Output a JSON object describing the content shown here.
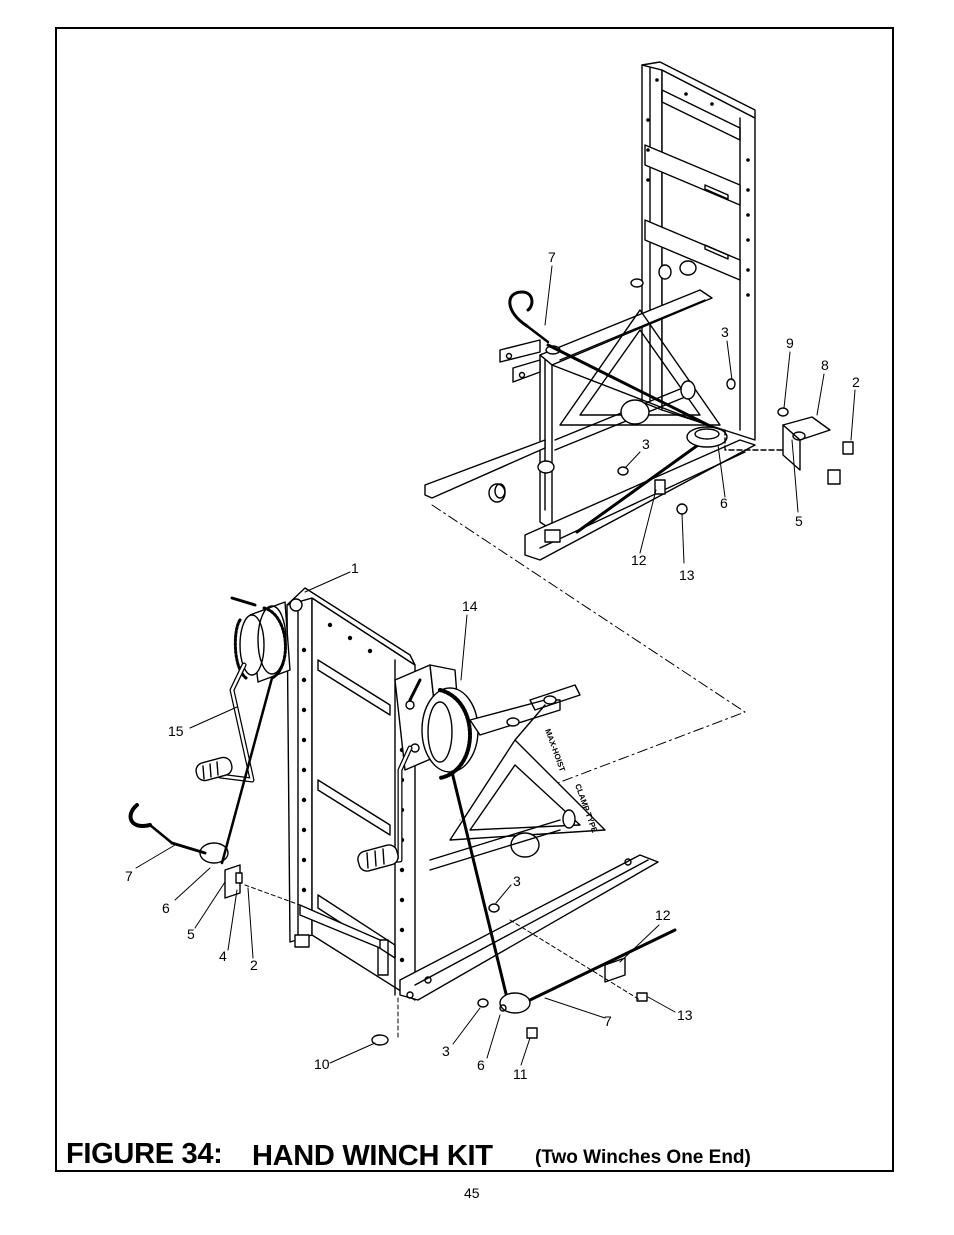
{
  "figure": {
    "number": "FIGURE 34:",
    "title": "HAND WINCH KIT",
    "subtitle": "(Two Winches One End)"
  },
  "page_number": "45",
  "callouts": {
    "upper": [
      "7",
      "3",
      "9",
      "8",
      "2",
      "3",
      "6",
      "5",
      "12",
      "13"
    ],
    "lower": [
      "1",
      "14",
      "15",
      "7",
      "6",
      "5",
      "4",
      "2",
      "3",
      "12",
      "13",
      "7",
      "10",
      "3",
      "6",
      "11"
    ]
  },
  "decal_text": {
    "side_a": "MAX-HOIST",
    "side_b": "CLAMP TYPE"
  },
  "colors": {
    "ink": "#000000",
    "paper": "#ffffff"
  }
}
